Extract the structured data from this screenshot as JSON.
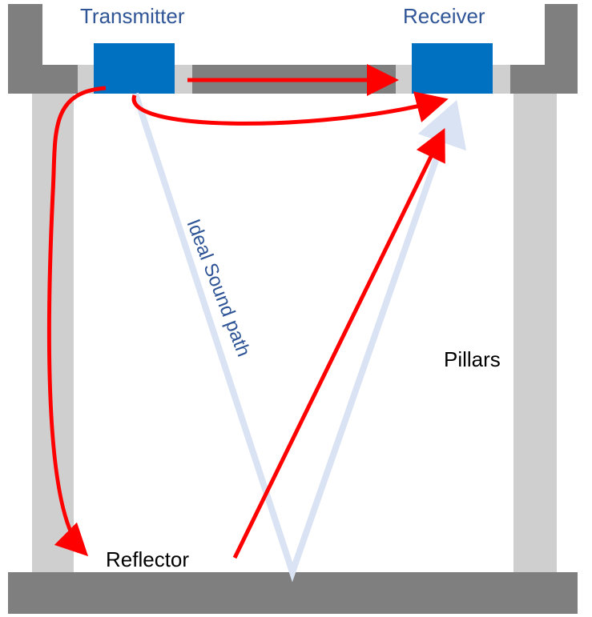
{
  "labels": {
    "transmitter": "Transmitter",
    "receiver": "Receiver",
    "reflector": "Reflector",
    "pillars": "Pillars",
    "ideal_path": "Ideal Sound path"
  },
  "colors": {
    "wall": "#7f7f7f",
    "pillar": "#d0cfd0",
    "device": "#0070c0",
    "ideal_path": "#dae3f3",
    "signal_path": "#ff0000",
    "device_label": "#2f5597",
    "text": "#000000"
  }
}
